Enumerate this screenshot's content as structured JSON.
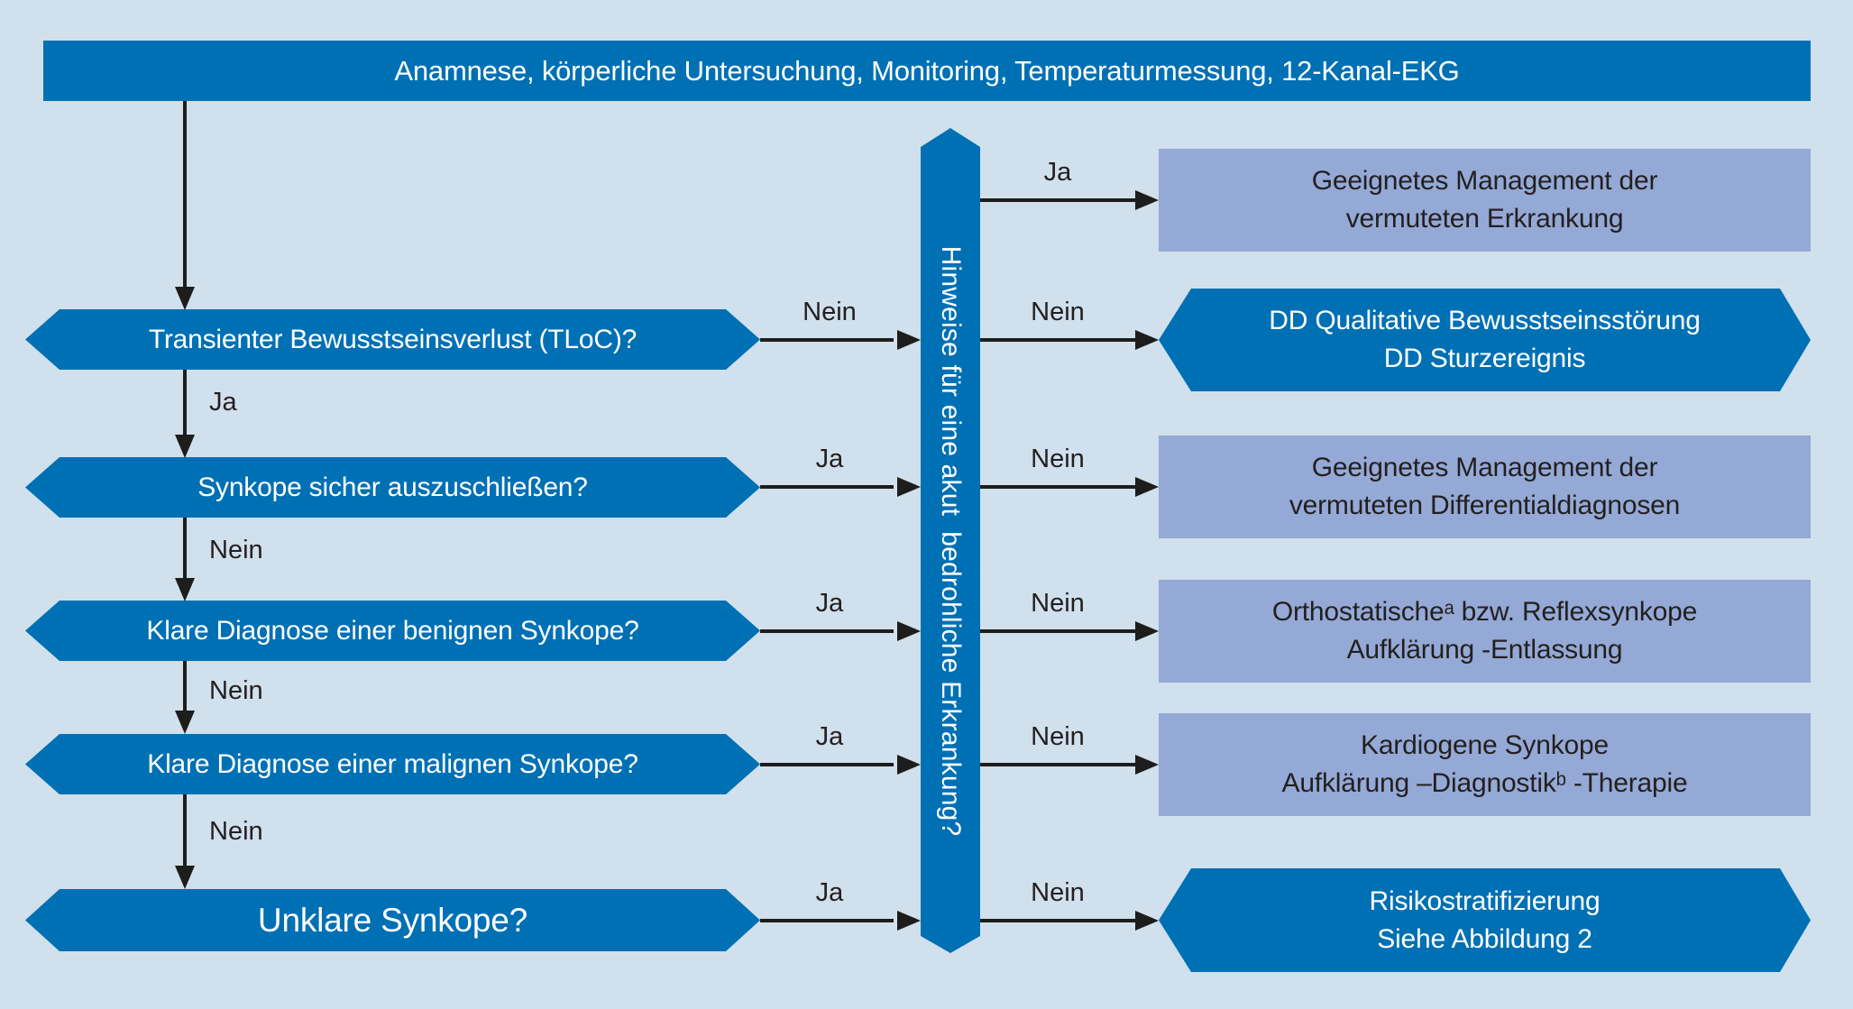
{
  "banner": {
    "label": "Anamnese, körperliche Untersuchung, Monitoring, Temperaturmessung, 12-Kanal-EKG"
  },
  "center_bar": {
    "label": "Hinweise für eine akut  bedrohliche Erkrankung?"
  },
  "colors": {
    "dark_blue": "#0070b4",
    "light_purple": "#94a9d5",
    "background": "#d0e0ec",
    "line_black": "#1d1d1b",
    "text_dark": "#231f20",
    "text_light": "#ffffff"
  },
  "left_nodes": [
    {
      "label": "Transienter Bewusstseinsverlust (TLoC)?",
      "down_label": "Ja",
      "to_bar_label": "Nein"
    },
    {
      "label": "Synkope sicher auszuschließen?",
      "down_label": "Nein",
      "to_bar_label": "Ja"
    },
    {
      "label": "Klare Diagnose einer benignen Synkope?",
      "down_label": "Nein",
      "to_bar_label": "Ja"
    },
    {
      "label": "Klare Diagnose einer malignen Synkope?",
      "down_label": "Nein",
      "to_bar_label": "Ja"
    },
    {
      "label": "Unklare Synkope?",
      "to_bar_label": "Ja"
    }
  ],
  "right_nodes": [
    {
      "shape": "rectangle",
      "line1": "Geeignetes Management der",
      "line2": "vermuteten Erkrankung",
      "from_bar_label": "Ja"
    },
    {
      "shape": "hexagon",
      "line1": "DD Qualitative Bewusstseinsstörung",
      "line2": "DD Sturzereignis",
      "from_bar_label": "Nein"
    },
    {
      "shape": "rectangle",
      "line1": "Geeignetes Management der",
      "line2": "vermuteten Differentialdiagnosen",
      "from_bar_label": "Nein"
    },
    {
      "shape": "rectangle",
      "line1": "Orthostatischeᵃ bzw. Reflexsynkope",
      "line2": "Aufklärung -Entlassung",
      "from_bar_label": "Nein"
    },
    {
      "shape": "rectangle",
      "line1": "Kardiogene Synkope",
      "line2": "Aufklärung –Diagnostikᵇ -Therapie",
      "from_bar_label": "Nein"
    },
    {
      "shape": "hexagon",
      "line1": "Risikostratifizierung",
      "line2": "Siehe Abbildung 2",
      "from_bar_label": "Nein"
    }
  ]
}
